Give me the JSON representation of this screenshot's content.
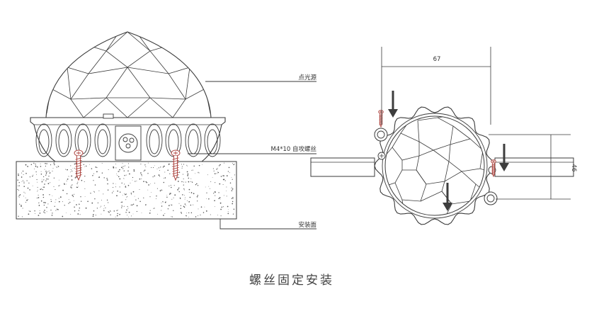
{
  "labels": {
    "light_source": "点光源",
    "screw": "M4*10 自攻螺丝",
    "mount_surface": "安装面"
  },
  "dimensions": {
    "width": "67",
    "height": "46"
  },
  "caption": "螺丝固定安装",
  "colors": {
    "line": "#3a3a3a",
    "screw": "#b04a45",
    "arrow": "#3d3d3d",
    "concrete_dots": "#555555"
  },
  "icons": {
    "down_arrow": "down-arrow-icon",
    "screw": "screw-icon"
  }
}
